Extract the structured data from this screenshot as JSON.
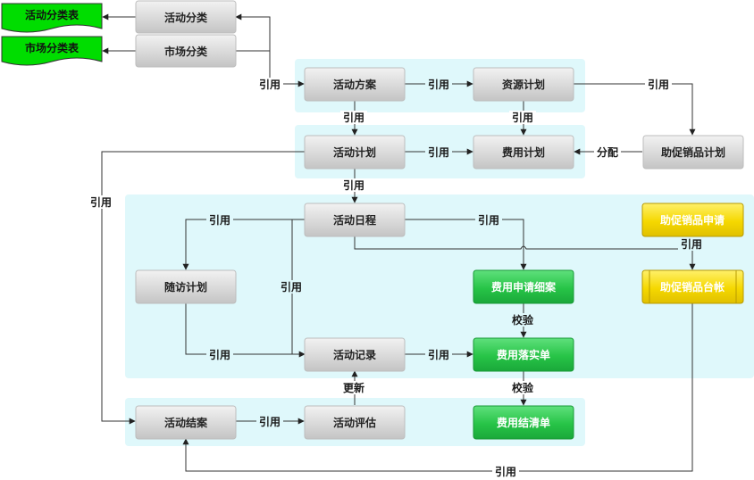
{
  "nodes": {
    "activity_category": "活动分类",
    "market_category": "市场分类",
    "activity_category_table": "活动分类表",
    "market_category_table": "市场分类表",
    "activity_proposal": "活动方案",
    "resource_plan": "资源计划",
    "activity_plan": "活动计划",
    "cost_plan": "费用计划",
    "promo_item_plan": "助促销品计划",
    "activity_schedule": "活动日程",
    "promo_item_request": "助促销品申请",
    "followup_plan": "随访计划",
    "cost_request_detail": "费用申请细案",
    "promo_item_ledger": "助促销品台帐",
    "activity_record": "活动记录",
    "cost_implementation": "费用落实单",
    "activity_closure": "活动结案",
    "activity_evaluation": "活动评估",
    "cost_settlement": "费用结清单"
  },
  "edge_labels": {
    "reference": "引用",
    "allocate": "分配",
    "verify": "校验",
    "update": "更新"
  },
  "colors": {
    "group_background": "#dff8fb",
    "gray_node": "#d6d6d6",
    "green_node": "#2ecc52",
    "yellow_node": "#f2d200",
    "document_green": "#00dd00",
    "line": "#333333"
  }
}
